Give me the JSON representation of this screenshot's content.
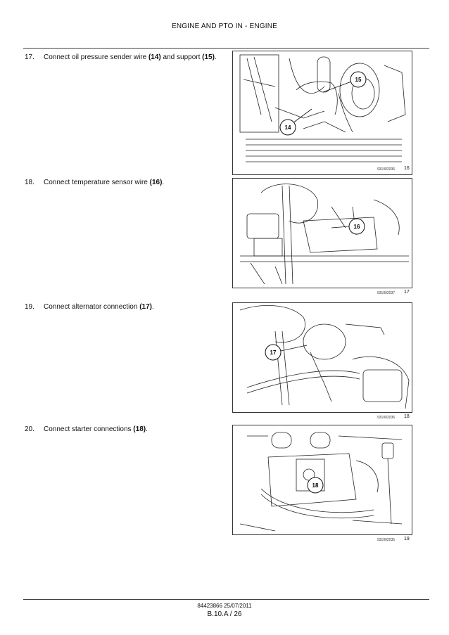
{
  "header": {
    "title": "ENGINE AND PTO IN - ENGINE"
  },
  "steps": [
    {
      "number": "17.",
      "text_before": "Connect oil pressure sender wire ",
      "ref1": "(14)",
      "text_mid": " and support ",
      "ref2": "(15)",
      "text_after": "."
    },
    {
      "number": "18.",
      "text_before": "Connect temperature sensor wire ",
      "ref1": "(16)",
      "text_after": "."
    },
    {
      "number": "19.",
      "text_before": "Connect alternator connection ",
      "ref1": "(17)",
      "text_after": "."
    },
    {
      "number": "20.",
      "text_before": "Connect starter connections ",
      "ref1": "(18)",
      "text_after": "."
    }
  ],
  "figures": [
    {
      "code": "931002036",
      "number": "16",
      "callouts": [
        "15",
        "14"
      ]
    },
    {
      "code": "931002037",
      "number": "17",
      "callouts": [
        "16"
      ]
    },
    {
      "code": "931002036",
      "number": "18",
      "callouts": [
        "17"
      ]
    },
    {
      "code": "931002035",
      "number": "19",
      "callouts": [
        "18"
      ]
    }
  ],
  "footer": {
    "doc_ref": "84423866 25/07/2011",
    "page": "B.10.A / 26"
  }
}
